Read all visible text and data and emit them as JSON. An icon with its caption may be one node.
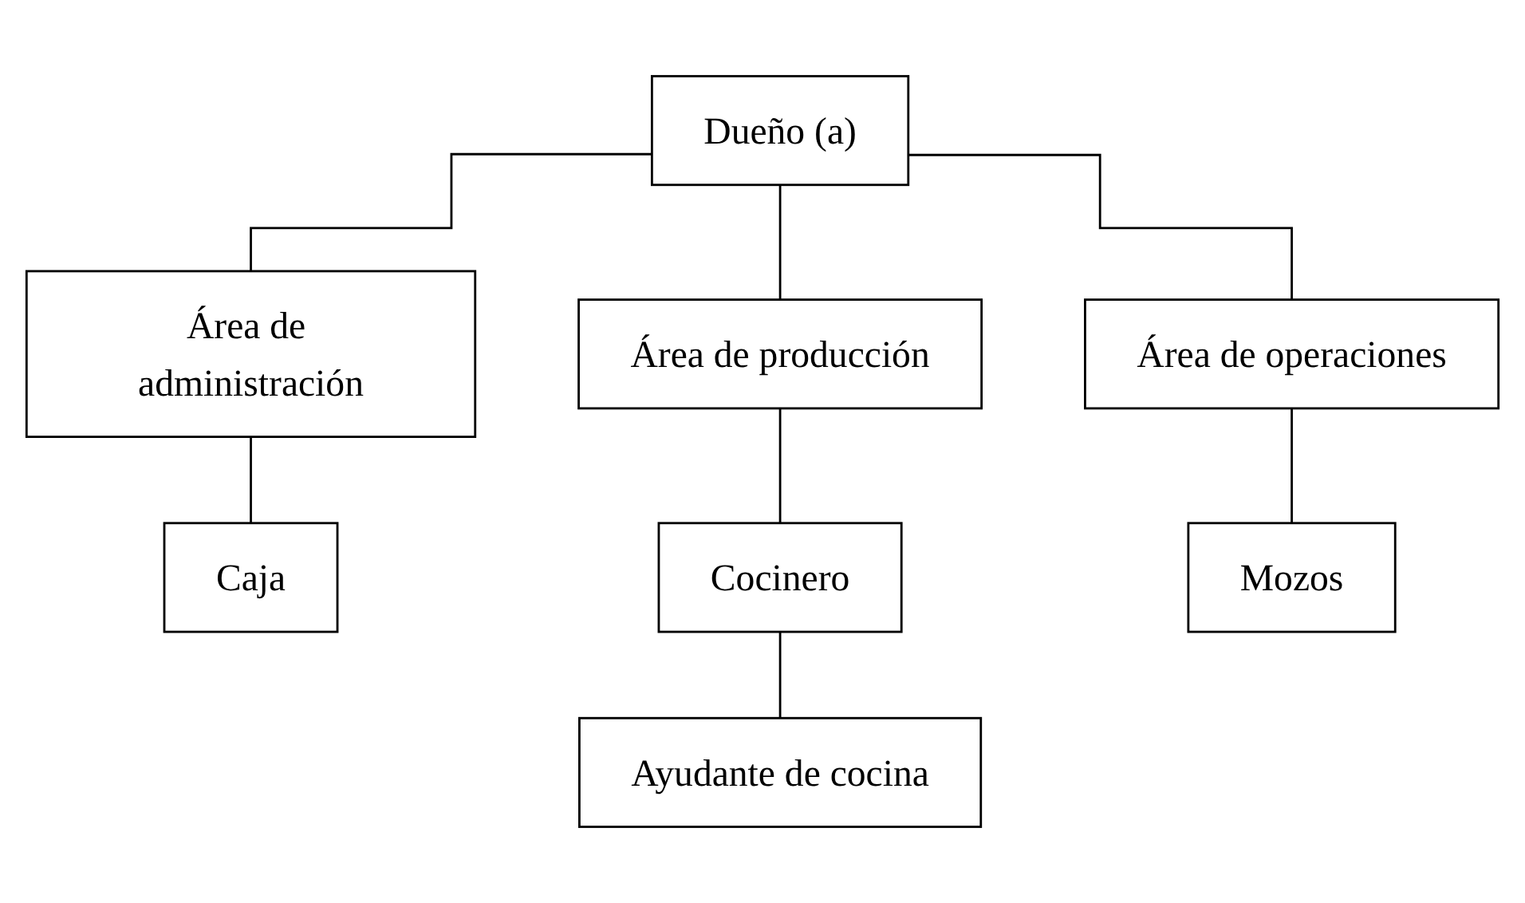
{
  "diagram": {
    "nodes": [
      {
        "text": [
          "Dueño (a)"
        ]
      },
      {
        "text": [
          "Área de administración"
        ]
      },
      {
        "text": [
          "Área de producción"
        ]
      },
      {
        "text": [
          "Área de operaciones"
        ]
      },
      {
        "text": [
          "Caja"
        ]
      },
      {
        "text": [
          "Cocinero"
        ]
      },
      {
        "text": [
          "Mozos"
        ]
      },
      {
        "text": [
          "Ayudante de cocina"
        ]
      }
    ],
    "edges": [
      {
        "from": 0,
        "to": 1,
        "arrow": "none"
      },
      {
        "from": 0,
        "to": 2,
        "arrow": "none"
      },
      {
        "from": 0,
        "to": 3,
        "arrow": "none"
      },
      {
        "from": 1,
        "to": 4,
        "arrow": "none"
      },
      {
        "from": 2,
        "to": 5,
        "arrow": "none"
      },
      {
        "from": 3,
        "to": 6,
        "arrow": "none"
      },
      {
        "from": 5,
        "to": 7,
        "arrow": "none"
      }
    ]
  }
}
